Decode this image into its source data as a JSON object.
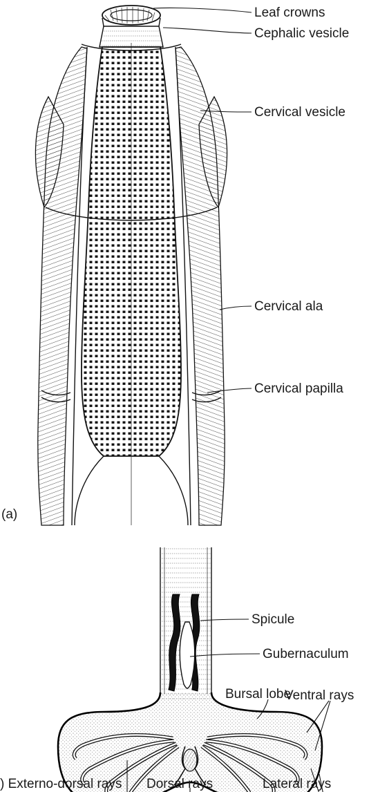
{
  "panel_a": {
    "label": "(a)",
    "labels": {
      "leaf_crowns": "Leaf crowns",
      "cephalic_vesicle": "Cephalic vesicle",
      "cervical_vesicle": "Cervical vesicle",
      "cervical_ala": "Cervical ala",
      "cervical_papilla": "Cervical papilla"
    }
  },
  "panel_b": {
    "labels": {
      "spicule": "Spicule",
      "gubernaculum": "Gubernaculum",
      "bursal_lobe": "Bursal lobe",
      "ventral_rays": "Ventral rays",
      "externo_dorsal_rays": ") Externo-dorsal rays",
      "dorsal_rays": "Dorsal rays",
      "lateral_rays": "Lateral rays"
    }
  }
}
